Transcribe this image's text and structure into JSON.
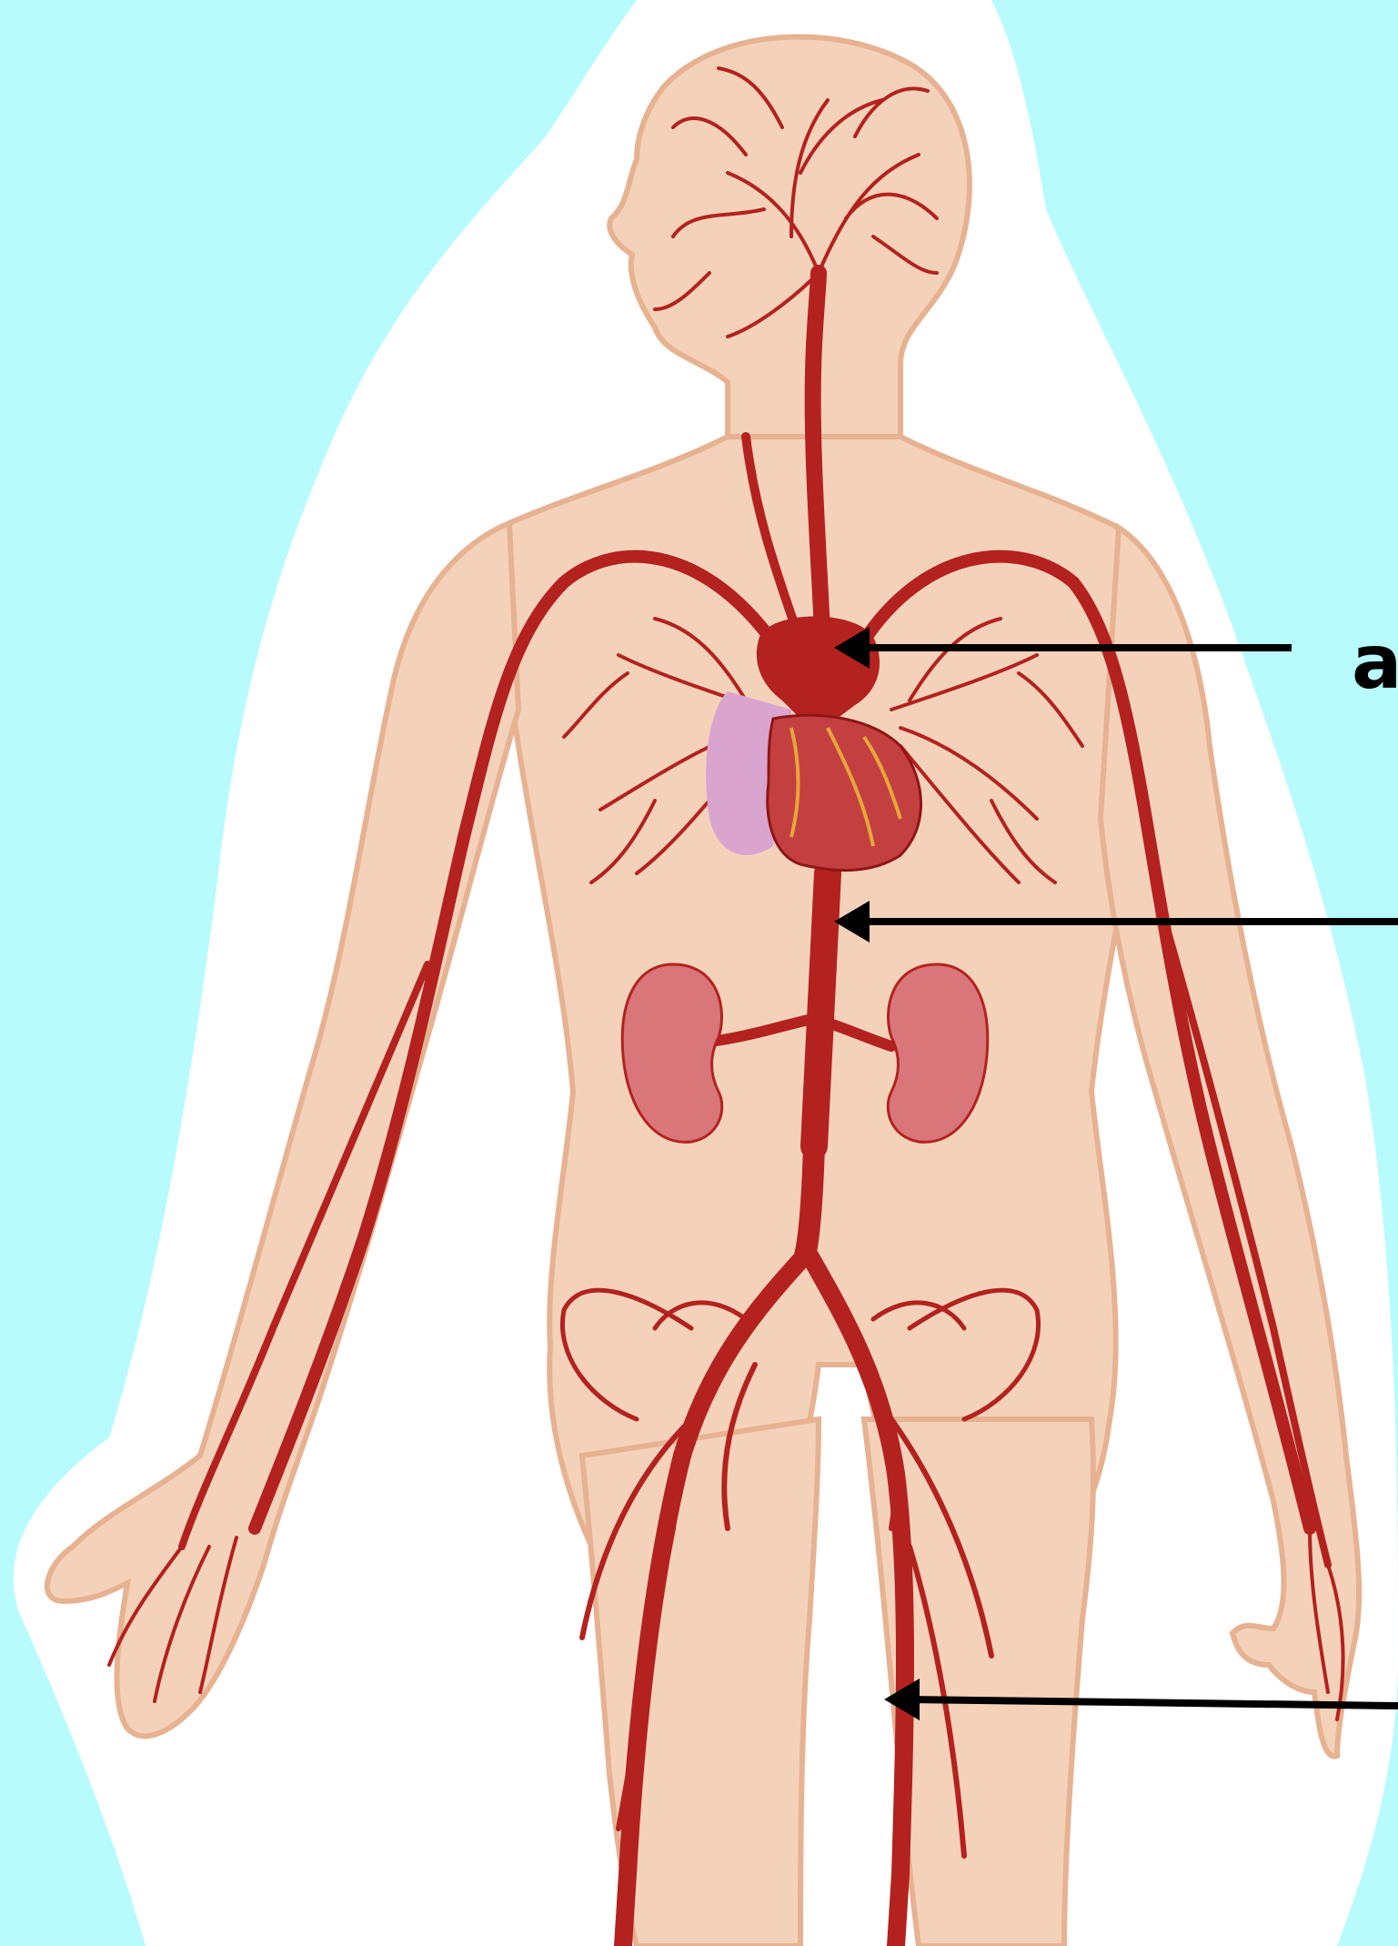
{
  "diagram": {
    "subject": "human-arterial-system",
    "callouts": [
      {
        "id": "a",
        "label": "a"
      },
      {
        "id": "b",
        "label": ""
      },
      {
        "id": "c",
        "label": ""
      }
    ],
    "colors": {
      "background": "#b7fbfc",
      "halo": "#ffffff",
      "skin": "#f4d2ba",
      "skin_outline": "#e6b291",
      "artery": "#b3221f",
      "artery_dark": "#8e1614",
      "heart": "#c44040",
      "heart_left": "#d9a5cf",
      "kidney": "#d9767a",
      "arrow": "#000000"
    }
  }
}
